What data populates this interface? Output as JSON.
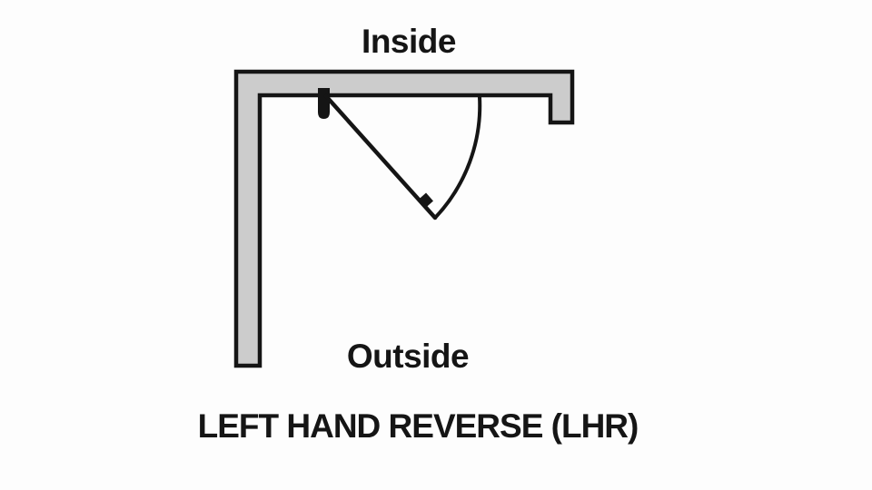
{
  "diagram": {
    "inside_label": "Inside",
    "outside_label": "Outside",
    "title": "LEFT HAND REVERSE (LHR)"
  },
  "colors": {
    "background": "#fdfdfd",
    "wall_fill": "#cccccc",
    "line": "#151515",
    "text": "#151515"
  }
}
